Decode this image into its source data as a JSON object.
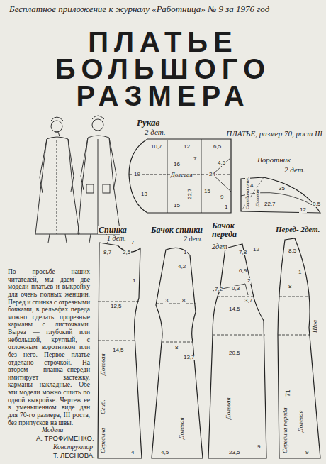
{
  "diagram": {
    "title": "ПЛАТЬЕ БОЛЬШОГО РАЗМЕРА",
    "labels": [
      "Бесплатное приложение к журналу «Работница» № 9 за 1976 год",
      "Рукав",
      "2 дет.",
      "ПЛАТЬЕ, размер 70, рост III",
      "Воротник",
      "2 дет.",
      "10,7",
      "12",
      "6,5",
      "16",
      "7",
      "4,5",
      "19",
      "Долевая",
      "24",
      "22,7",
      "15",
      "13",
      "9",
      "15",
      "1",
      "Середина спин.",
      "Долевая",
      "35",
      "22,7",
      "12",
      "4",
      "0,5",
      "Спинка",
      "1 дет.",
      "8,7",
      "2,5",
      "7",
      "1",
      "12,5",
      "Долевая",
      "14,5",
      "Сгиб.",
      "Середина",
      "4",
      "Бачок спинки",
      "2 дет.",
      "1",
      "4,2",
      "3",
      "8",
      "8",
      "13,7",
      "Долевая",
      "4,5",
      "Бачок переда",
      "2дет",
      "7,8",
      "12",
      "6,9",
      "2",
      "7,2",
      "0,3",
      "3,7",
      "14,5",
      "20,5",
      "Долевая",
      "9",
      "23,5",
      "Перед- 2дет.",
      "8,5",
      "8",
      "1",
      "Шов",
      "71",
      "Середина переда",
      "Долевая",
      "9",
      "По просьбе наших читателей, мы даем две модели платьев и выкройку для очень полных женщин. Перед и спинка с отрезными бочками, в рельефах переда можно сделать прорезные карманы с листочками. Вырез — глубокий или небольшой, круглый, с отложным воротником или без него. Первое платье отделано строчкой. На втором — планка спереди имитирует застежку, карманы накладные. Обе эти модели можно сшить по одной выкройке. Чертеж ее в уменьшенном виде дан для 70-го размера, III роста, без припусков на швы.",
      "Модели",
      "А. ТРОФИМЕНКО.",
      "Конструктор",
      "Т. ЛЕСНОВА."
    ]
  }
}
